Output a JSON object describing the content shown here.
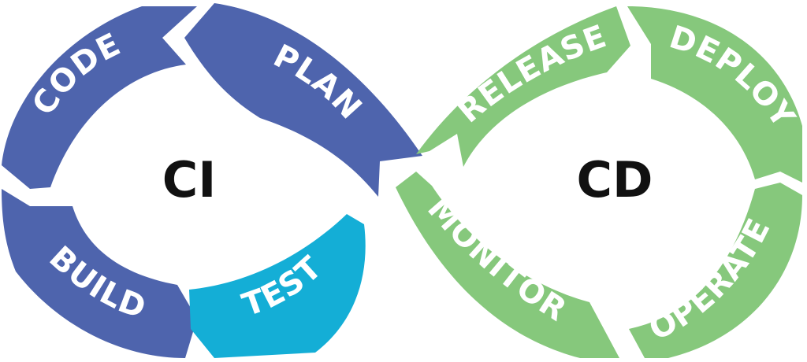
{
  "labels": {
    "ci": "CI",
    "cd": "CD"
  },
  "segments": [
    {
      "key": "code",
      "label": "CODE",
      "color": "#4e64ad"
    },
    {
      "key": "plan",
      "label": "PLAN",
      "color": "#4e64ad"
    },
    {
      "key": "build",
      "label": "BUILD",
      "color": "#4e64ad"
    },
    {
      "key": "test",
      "label": "TEST",
      "color": "#14aed6"
    },
    {
      "key": "release",
      "label": "RELEASE",
      "color": "#86c87c"
    },
    {
      "key": "deploy",
      "label": "DEPLOY",
      "color": "#86c87c"
    },
    {
      "key": "operate",
      "label": "OPERATE",
      "color": "#86c87c"
    },
    {
      "key": "monitor",
      "label": "MONITOR",
      "color": "#86c87c"
    }
  ]
}
